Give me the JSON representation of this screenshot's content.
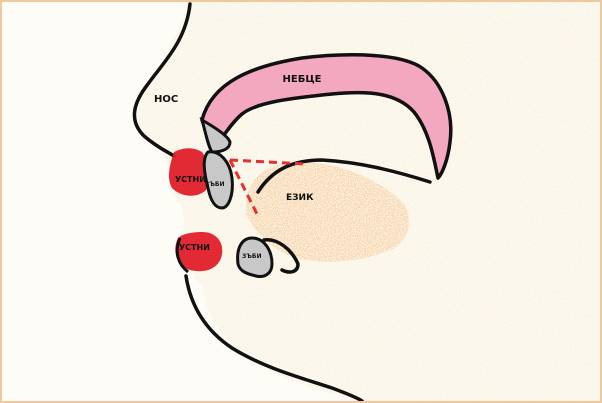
{
  "labels": {
    "nose": "НОС",
    "palate": "НЕБЦЕ",
    "upper_lip": "УСТНИ",
    "upper_teeth": "ЗЪБИ",
    "tongue": "ЕЗИК",
    "lower_lip": "УСТНИ",
    "lower_teeth": "ЗЪБИ"
  },
  "colors": {
    "skin": "#efe3bd",
    "palate": "#f4a8c0",
    "lips": "#e01f2a",
    "teeth": "#c8c8c8",
    "tongue": "#f3a04a",
    "outline": "#111111",
    "airflow": "#e53030",
    "frame": "#f0c8a0"
  }
}
